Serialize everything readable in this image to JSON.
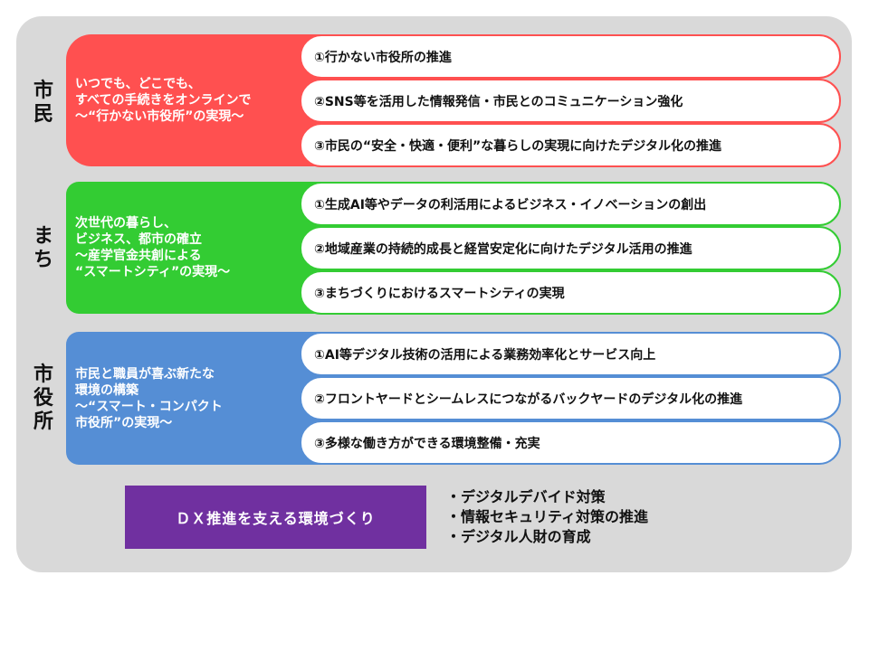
{
  "colors": {
    "panel": "#d9d9d9",
    "citizen": "#ff5050",
    "town": "#33cc33",
    "cityhall": "#558ed5",
    "dx": "#7030a0"
  },
  "categories": [
    {
      "label": "市民",
      "vision": [
        "いつでも、どこでも、",
        "すべての手続きをオンラインで",
        "～“行かない市役所”の実現～"
      ],
      "items": [
        "①行かない市役所の推進",
        "②SNS等を活用した情報発信・市民とのコミュニケーション強化",
        "③市民の“安全・快適・便利”な暮らしの実現に向けたデジタル化の推進"
      ]
    },
    {
      "label": "まち",
      "vision": [
        "次世代の暮らし、",
        "ビジネス、都市の確立",
        "～産学官金共創による",
        "“スマートシティ”の実現～"
      ],
      "items": [
        "①生成AI等やデータの利活用によるビジネス・イノベーションの創出",
        "②地域産業の持続的成長と経営安定化に向けたデジタル活用の推進",
        "③まちづくりにおけるスマートシティの実現"
      ]
    },
    {
      "label": "市役所",
      "vision": [
        "市民と職員が喜ぶ新たな",
        "環境の構築",
        "～“スマート・コンパクト",
        "市役所”の実現～"
      ],
      "items": [
        "①AI等デジタル技術の活用による業務効率化とサービス向上",
        "②フロントヤードとシームレスにつながるバックヤードのデジタル化の推進",
        "③多様な働き方ができる環境整備・充実"
      ]
    }
  ],
  "foundation": {
    "title": "ＤＸ推進を支える環境づくり",
    "bullets": [
      "・デジタルデバイド対策",
      "・情報セキュリティ対策の推進",
      "・デジタル人財の育成"
    ]
  }
}
